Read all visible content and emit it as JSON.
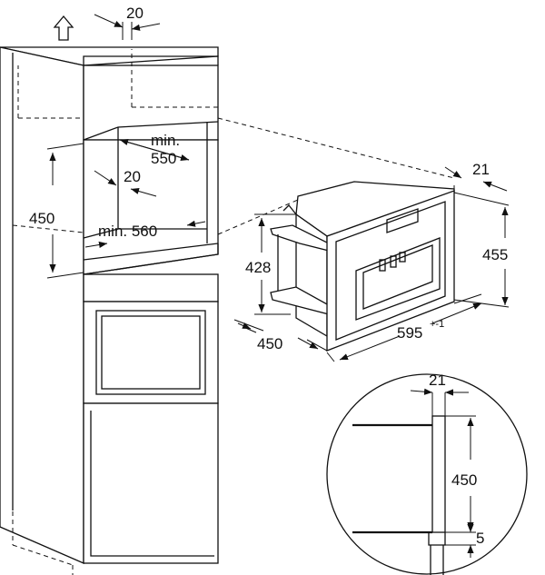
{
  "dimensions": {
    "top_offset": "20",
    "niche_depth_min": "min.",
    "niche_depth_value": "550",
    "niche_inner_offset": "20",
    "niche_height": "450",
    "niche_width_min": "min. 560",
    "appliance_height_front": "428",
    "appliance_depth": "450",
    "appliance_width": "595",
    "appliance_width_tolerance": "+-1",
    "frame_depth": "21",
    "frame_height": "455",
    "detail_frame_depth": "21",
    "detail_height": "450",
    "detail_gap": "5"
  },
  "icons": [
    "up-arrow-icon"
  ]
}
